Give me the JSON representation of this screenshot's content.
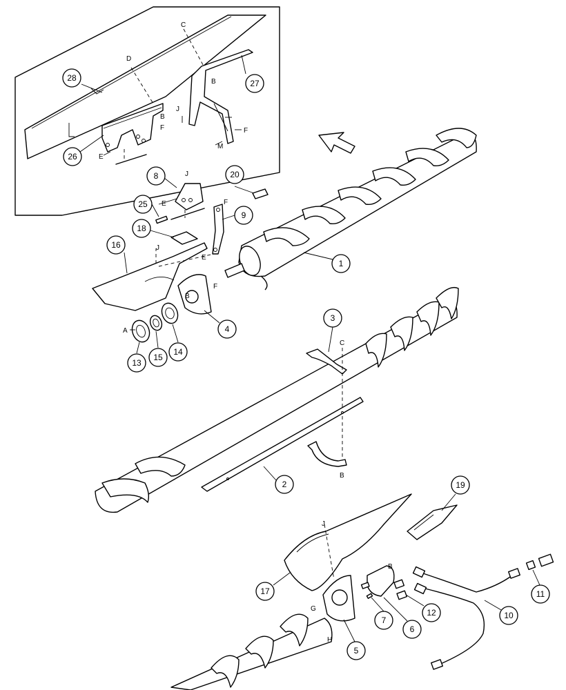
{
  "callouts": {
    "c1": "1",
    "c2": "2",
    "c3": "3",
    "c4": "4",
    "c5": "5",
    "c6": "6",
    "c7": "7",
    "c8": "8",
    "c9": "9",
    "c10": "10",
    "c11": "11",
    "c12": "12",
    "c13": "13",
    "c14": "14",
    "c15": "15",
    "c16": "16",
    "c17": "17",
    "c18": "18",
    "c19": "19",
    "c20": "20",
    "c25": "25",
    "c26": "26",
    "c27": "27",
    "c28": "28"
  },
  "letters": {
    "A": "A",
    "B": "B",
    "C": "C",
    "D": "D",
    "E": "E",
    "F": "F",
    "G": "G",
    "H": "H",
    "J": "J",
    "M": "M"
  }
}
